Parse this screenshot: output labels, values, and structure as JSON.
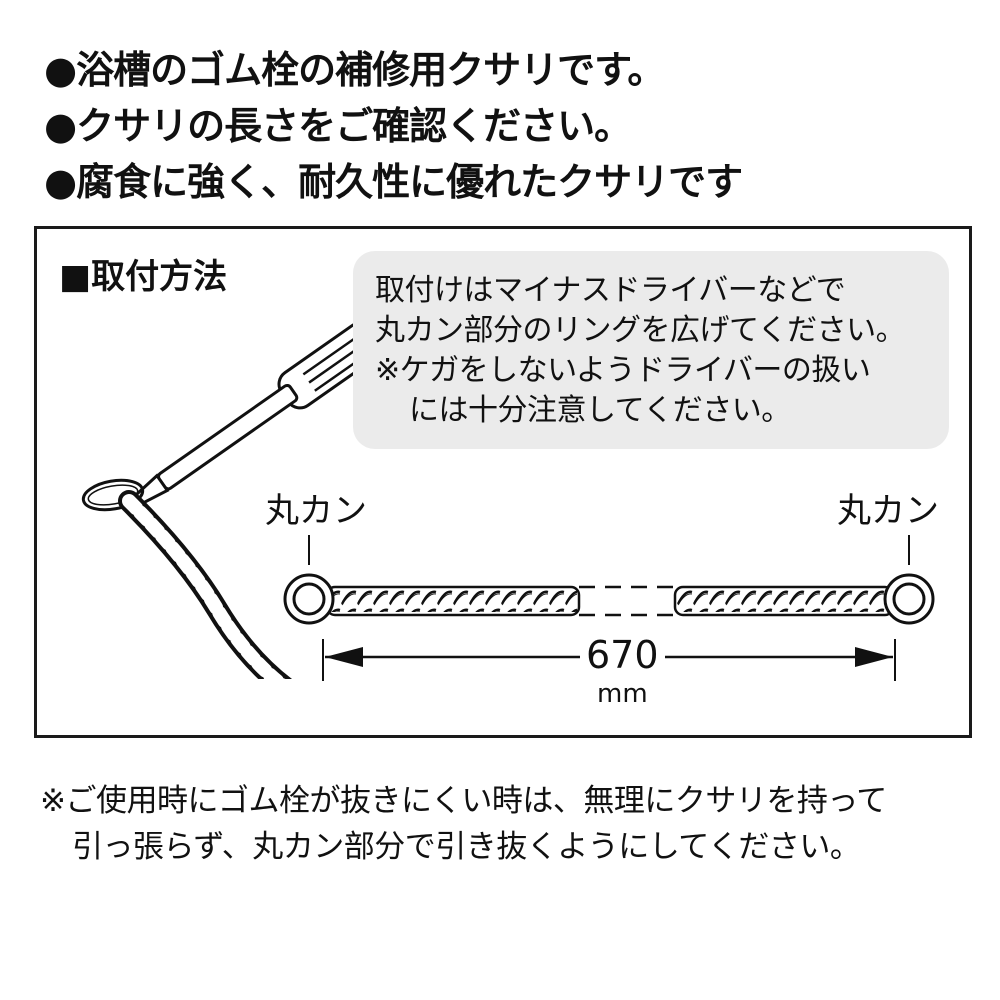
{
  "bullets": [
    "●浴槽のゴム栓の補修用クサリです。",
    "●クサリの長さをご確認ください。",
    "●腐食に強く、耐久性に優れたクサリです"
  ],
  "install": {
    "title": "■取付方法",
    "note": [
      "取付けはマイナスドライバーなどで",
      "丸カン部分のリングを広げてください。",
      "※ケガをしないようドライバーの扱い",
      "には十分注意してください。"
    ],
    "ring_label_left": "丸カン",
    "ring_label_right": "丸カン",
    "length_value": "670",
    "length_unit": "mm"
  },
  "footer": [
    "※ご使用時にゴム栓が抜きにくい時は、無理にクサリを持って",
    "引っ張らず、丸カン部分で引き抜くようにしてください。"
  ],
  "icons": {
    "screwdriver": "screwdriver-icon",
    "ring": "ring-icon",
    "chain": "chain-icon"
  }
}
